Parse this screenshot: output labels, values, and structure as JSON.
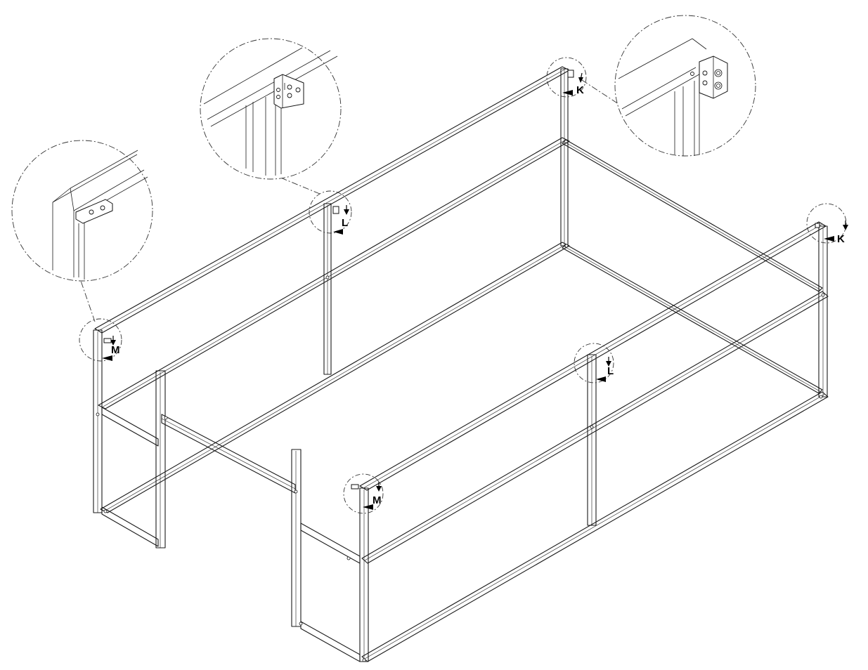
{
  "callout_labels": {
    "k_upper": "K",
    "k_right": "K",
    "l_upper": "L",
    "l_front": "L",
    "m_left": "M",
    "m_front": "M"
  },
  "detail_views": [
    {
      "id": "M",
      "description_shown": false
    },
    {
      "id": "L",
      "description_shown": false
    },
    {
      "id": "K",
      "description_shown": false
    }
  ]
}
